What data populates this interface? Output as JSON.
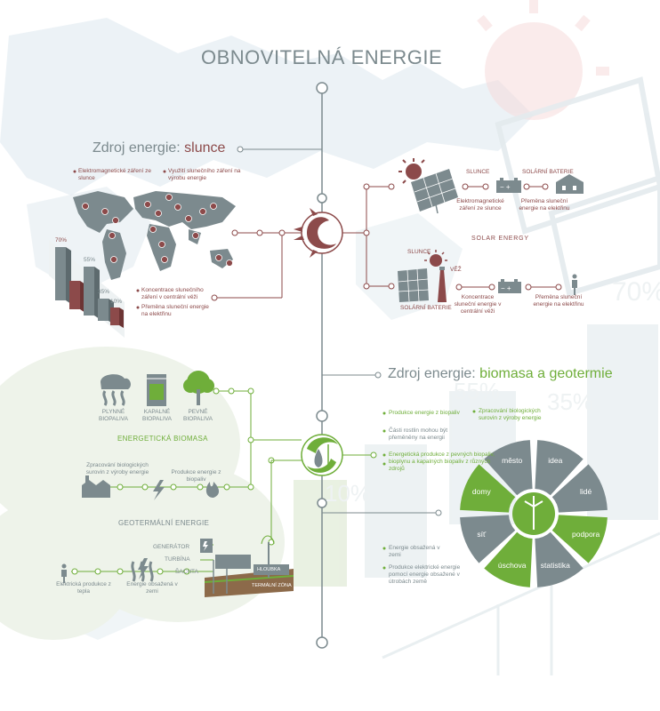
{
  "title": "OBNOVITELNÁ ENERGIE",
  "colors": {
    "grey": "#7c8a8e",
    "red": "#8c4a4a",
    "green": "#6fae3a",
    "map": "#dbe6ec",
    "pale_green": "#e6efe0"
  },
  "sun_section": {
    "heading_prefix": "Zdroj energie: ",
    "heading_accent": "slunce",
    "map_labels": [
      "Elektromagnetické záření ze slunce",
      "Využití slunečního záření na výrobu energie",
      "Koncentrace slunečního záření v centrální věži",
      "Přeměna sluneční energie na elektřinu"
    ],
    "bar_labels": [
      "70%",
      "55%",
      "35%",
      "10%"
    ],
    "solar_energy_label": "SOLAR ENERGY",
    "row1": {
      "slunce": "SLUNCE",
      "solarni_baterie": "SOLÁRNÍ BATERIE",
      "caption1": "Elektromagnetické záření ze slunce",
      "caption2": "Přeměna sluneční energie na elektřinu"
    },
    "row2": {
      "slunce": "SLUNCE",
      "vez": "VĚŽ",
      "solarni_baterie": "SOLÁRNÍ BATERIE",
      "caption1": "Koncentrace sluneční energie v centrální věži",
      "caption2": "Přeměna sluneční energie na elektřinu"
    },
    "bg_percent": "70%"
  },
  "bio_section": {
    "heading_prefix": "Zdroj energie: ",
    "heading_accent": "biomasa a geotermie",
    "fuels": [
      "PLYNNÉ BIOPALIVA",
      "KAPALNÉ BIOPALIVA",
      "PEVNÉ BIOPALIVA"
    ],
    "biomass_label": "ENERGETICKÁ BIOMASA",
    "process_labels": [
      "Zpracování biologických surovin z výroby energie",
      "Produkce energie z biopaliv"
    ],
    "geo_label": "GEOTERMÁLNÍ ENERGIE",
    "geo_parts": [
      "GENERÁTOR",
      "TURBÍNA",
      "ŠACHTA"
    ],
    "geo_depth": "HLOUBKA",
    "geo_zone": "TERMÁLNÍ ZÓNA",
    "geo_captions": [
      "Elektrická produkce z tepla",
      "Energie obsažená v zemi"
    ],
    "right_list_top": [
      "Produkce energie z biopaliv",
      "Zpracování biologických surovin z výroby energie",
      "Části rostlin mohou být přeměněny na energii",
      "Energetická produkce z pevných biopaliv, bioplynu a kapalných biopaliv z různých zdrojů"
    ],
    "right_list_bottom": [
      "Energie obsažená v zemi",
      "Produkce elektrické energie pomocí energie obsažené v útrobách země"
    ],
    "bg_percents": [
      "55%",
      "35%",
      "10%"
    ]
  },
  "wheel": {
    "segments": [
      "město",
      "idea",
      "lidé",
      "podpora",
      "statistika",
      "úschova",
      "síť",
      "domy"
    ]
  }
}
